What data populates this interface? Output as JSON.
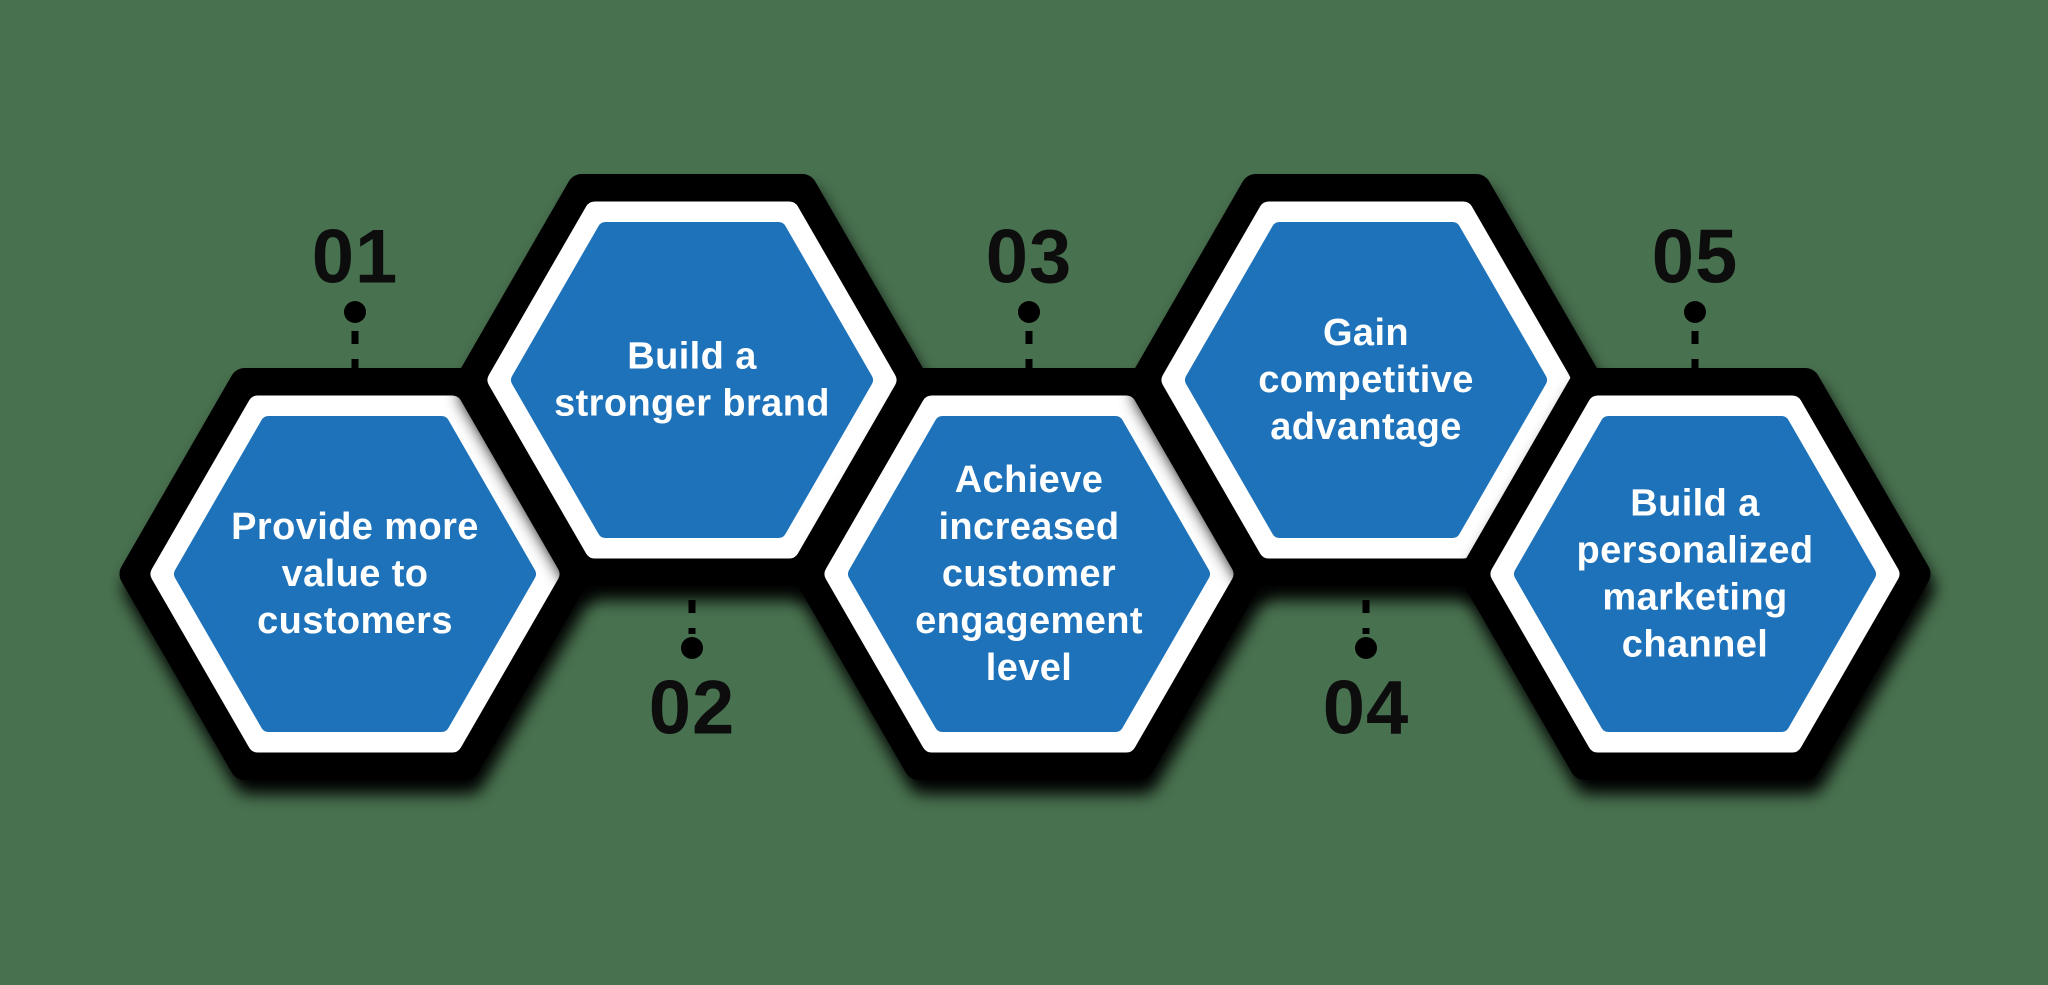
{
  "title": "Benefits honeycomb infographic",
  "colors": {
    "background": "#48714F",
    "hex_fill": "#1D72BA",
    "hex_border": "#FFFFFF",
    "outline": "#000000",
    "number_text": "#0D0D0D",
    "label_text": "#FFFFFF",
    "connector": "#000000"
  },
  "steps": [
    {
      "number": "01",
      "label": "Provide more value to customers",
      "lines": [
        "Provide more",
        "value to",
        "customers"
      ],
      "number_position": "above",
      "hex_position": "low"
    },
    {
      "number": "02",
      "label": "Build a stronger brand",
      "lines": [
        "Build a",
        "stronger brand"
      ],
      "number_position": "below",
      "hex_position": "high"
    },
    {
      "number": "03",
      "label": "Achieve increased customer engagement level",
      "lines": [
        "Achieve",
        "increased",
        "customer",
        "engagement",
        "level"
      ],
      "number_position": "above",
      "hex_position": "low"
    },
    {
      "number": "04",
      "label": "Gain competitive advantage",
      "lines": [
        "Gain",
        "competitive",
        "advantage"
      ],
      "number_position": "below",
      "hex_position": "high"
    },
    {
      "number": "05",
      "label": "Build a personalized marketing channel",
      "lines": [
        "Build a",
        "personalized",
        "marketing",
        "channel"
      ],
      "number_position": "above",
      "hex_position": "low"
    }
  ]
}
